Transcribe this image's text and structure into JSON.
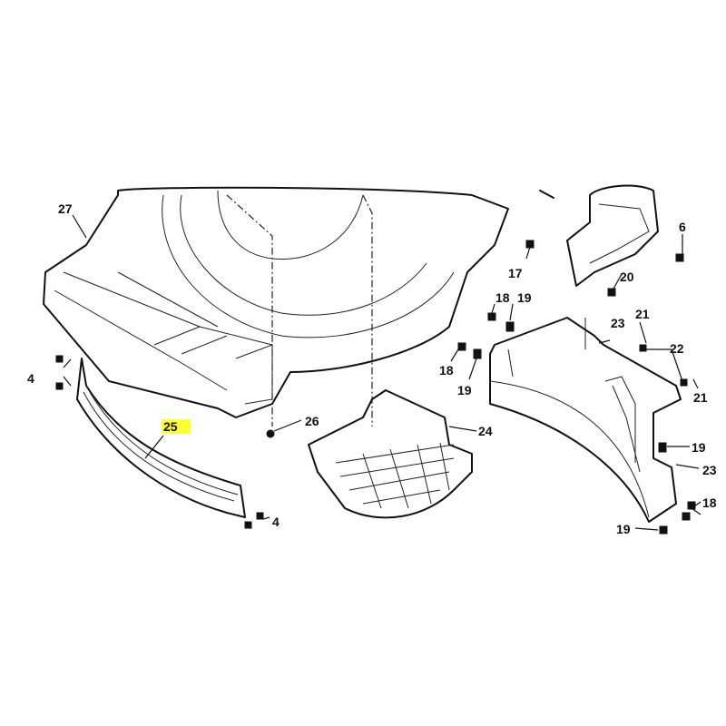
{
  "diagram": {
    "highlight_color": "#ffff33",
    "labels": {
      "l27": "27",
      "l6": "6",
      "l17": "17",
      "l20": "20",
      "l18a": "18",
      "l19a": "19",
      "l18b": "18",
      "l19b": "19",
      "l23a": "23",
      "l21a": "21",
      "l22": "22",
      "l21b": "21",
      "l4a": "4",
      "l25": "25",
      "l26": "26",
      "l24": "24",
      "l19c": "19",
      "l23b": "23",
      "l18c": "18",
      "l19d": "19",
      "l4b": "4"
    }
  }
}
